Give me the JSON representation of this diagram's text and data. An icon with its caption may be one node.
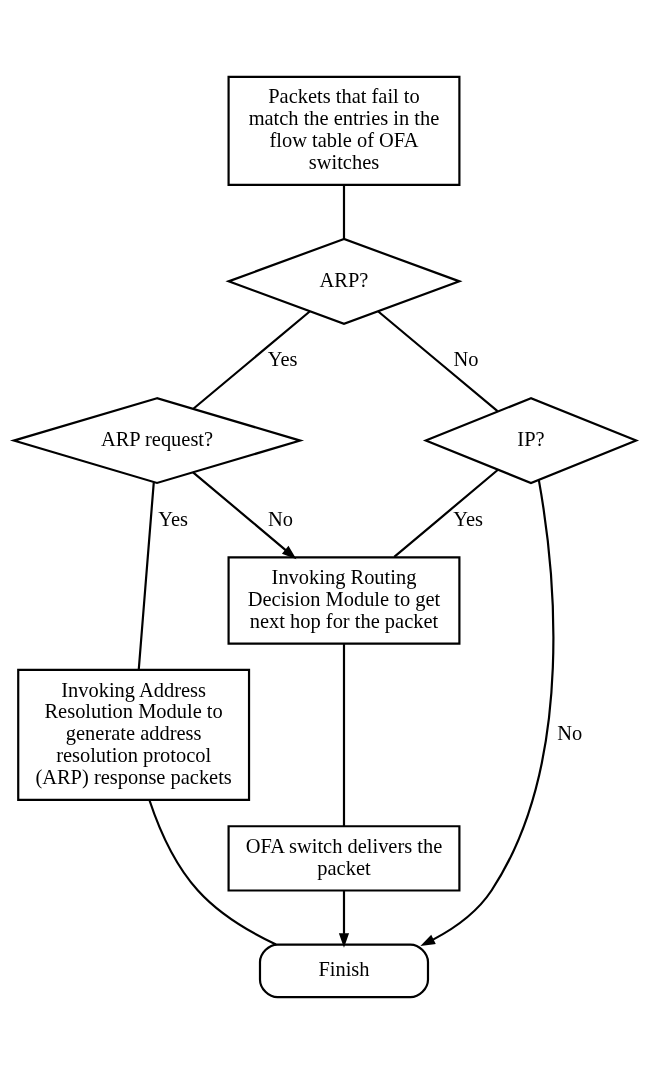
{
  "diagram": {
    "nodes": [
      {
        "text": [
          "Packets that fail to match the entries in the flow table of OFA switches"
        ]
      },
      {
        "text": [
          "ARP?"
        ]
      },
      {
        "text": [
          "IP?"
        ]
      },
      {
        "text": [
          "ARP request?"
        ]
      },
      {
        "text": [
          "Invoking Routing Decision Module to get next hop for the packet"
        ]
      },
      {
        "text": [
          "Invoking Address Resolution Module to generate address resolution protocol (ARP) response packets"
        ]
      },
      {
        "text": [
          "OFA switch delivers the packet"
        ]
      },
      {
        "text": [
          "Finish"
        ]
      }
    ],
    "edges": [
      {
        "from": 0,
        "to": 1,
        "arrow": "none"
      },
      {
        "from": 1,
        "to": 2,
        "arrow": "none",
        "label": "No"
      },
      {
        "from": 1,
        "to": 3,
        "arrow": "none",
        "label": "Yes"
      },
      {
        "from": 2,
        "to": 4,
        "arrow": "none",
        "label": "Yes"
      },
      {
        "from": 3,
        "to": 4,
        "arrow": "to",
        "label": "No"
      },
      {
        "from": 3,
        "to": 5,
        "arrow": "none",
        "label": "Yes"
      },
      {
        "from": 4,
        "to": 6,
        "arrow": "none"
      },
      {
        "from": 2,
        "to": 7,
        "arrow": "to",
        "label": "No"
      },
      {
        "from": 6,
        "to": 7,
        "arrow": "to"
      },
      {
        "from": 5,
        "to": 7,
        "arrow": "none"
      }
    ]
  }
}
